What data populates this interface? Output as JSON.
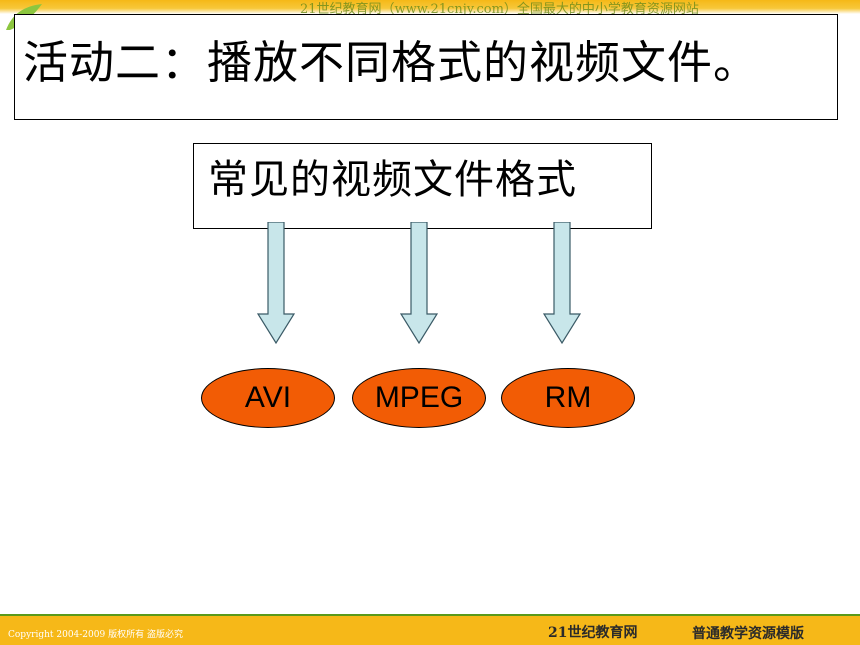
{
  "header": {
    "banner_text": "21世纪教育网（www.21cnjy.com）全国最大的中小学教育资源网站"
  },
  "title": {
    "text": "活动二：播放不同格式的视频文件。"
  },
  "format_box": {
    "text": "常见的视频文件格式"
  },
  "formats": [
    {
      "label": "AVI"
    },
    {
      "label": "MPEG"
    },
    {
      "label": "RM"
    }
  ],
  "footer": {
    "copyright": "Copyright 2004-2009 版权所有 盗版必究",
    "brand": "21世纪教育网",
    "tagline": "普通教学资源模版"
  },
  "colors": {
    "oval_fill": "#f25c05",
    "arrow_fill": "#c8e6ea",
    "band": "#f6b818",
    "band_line": "#5a9a1a"
  }
}
